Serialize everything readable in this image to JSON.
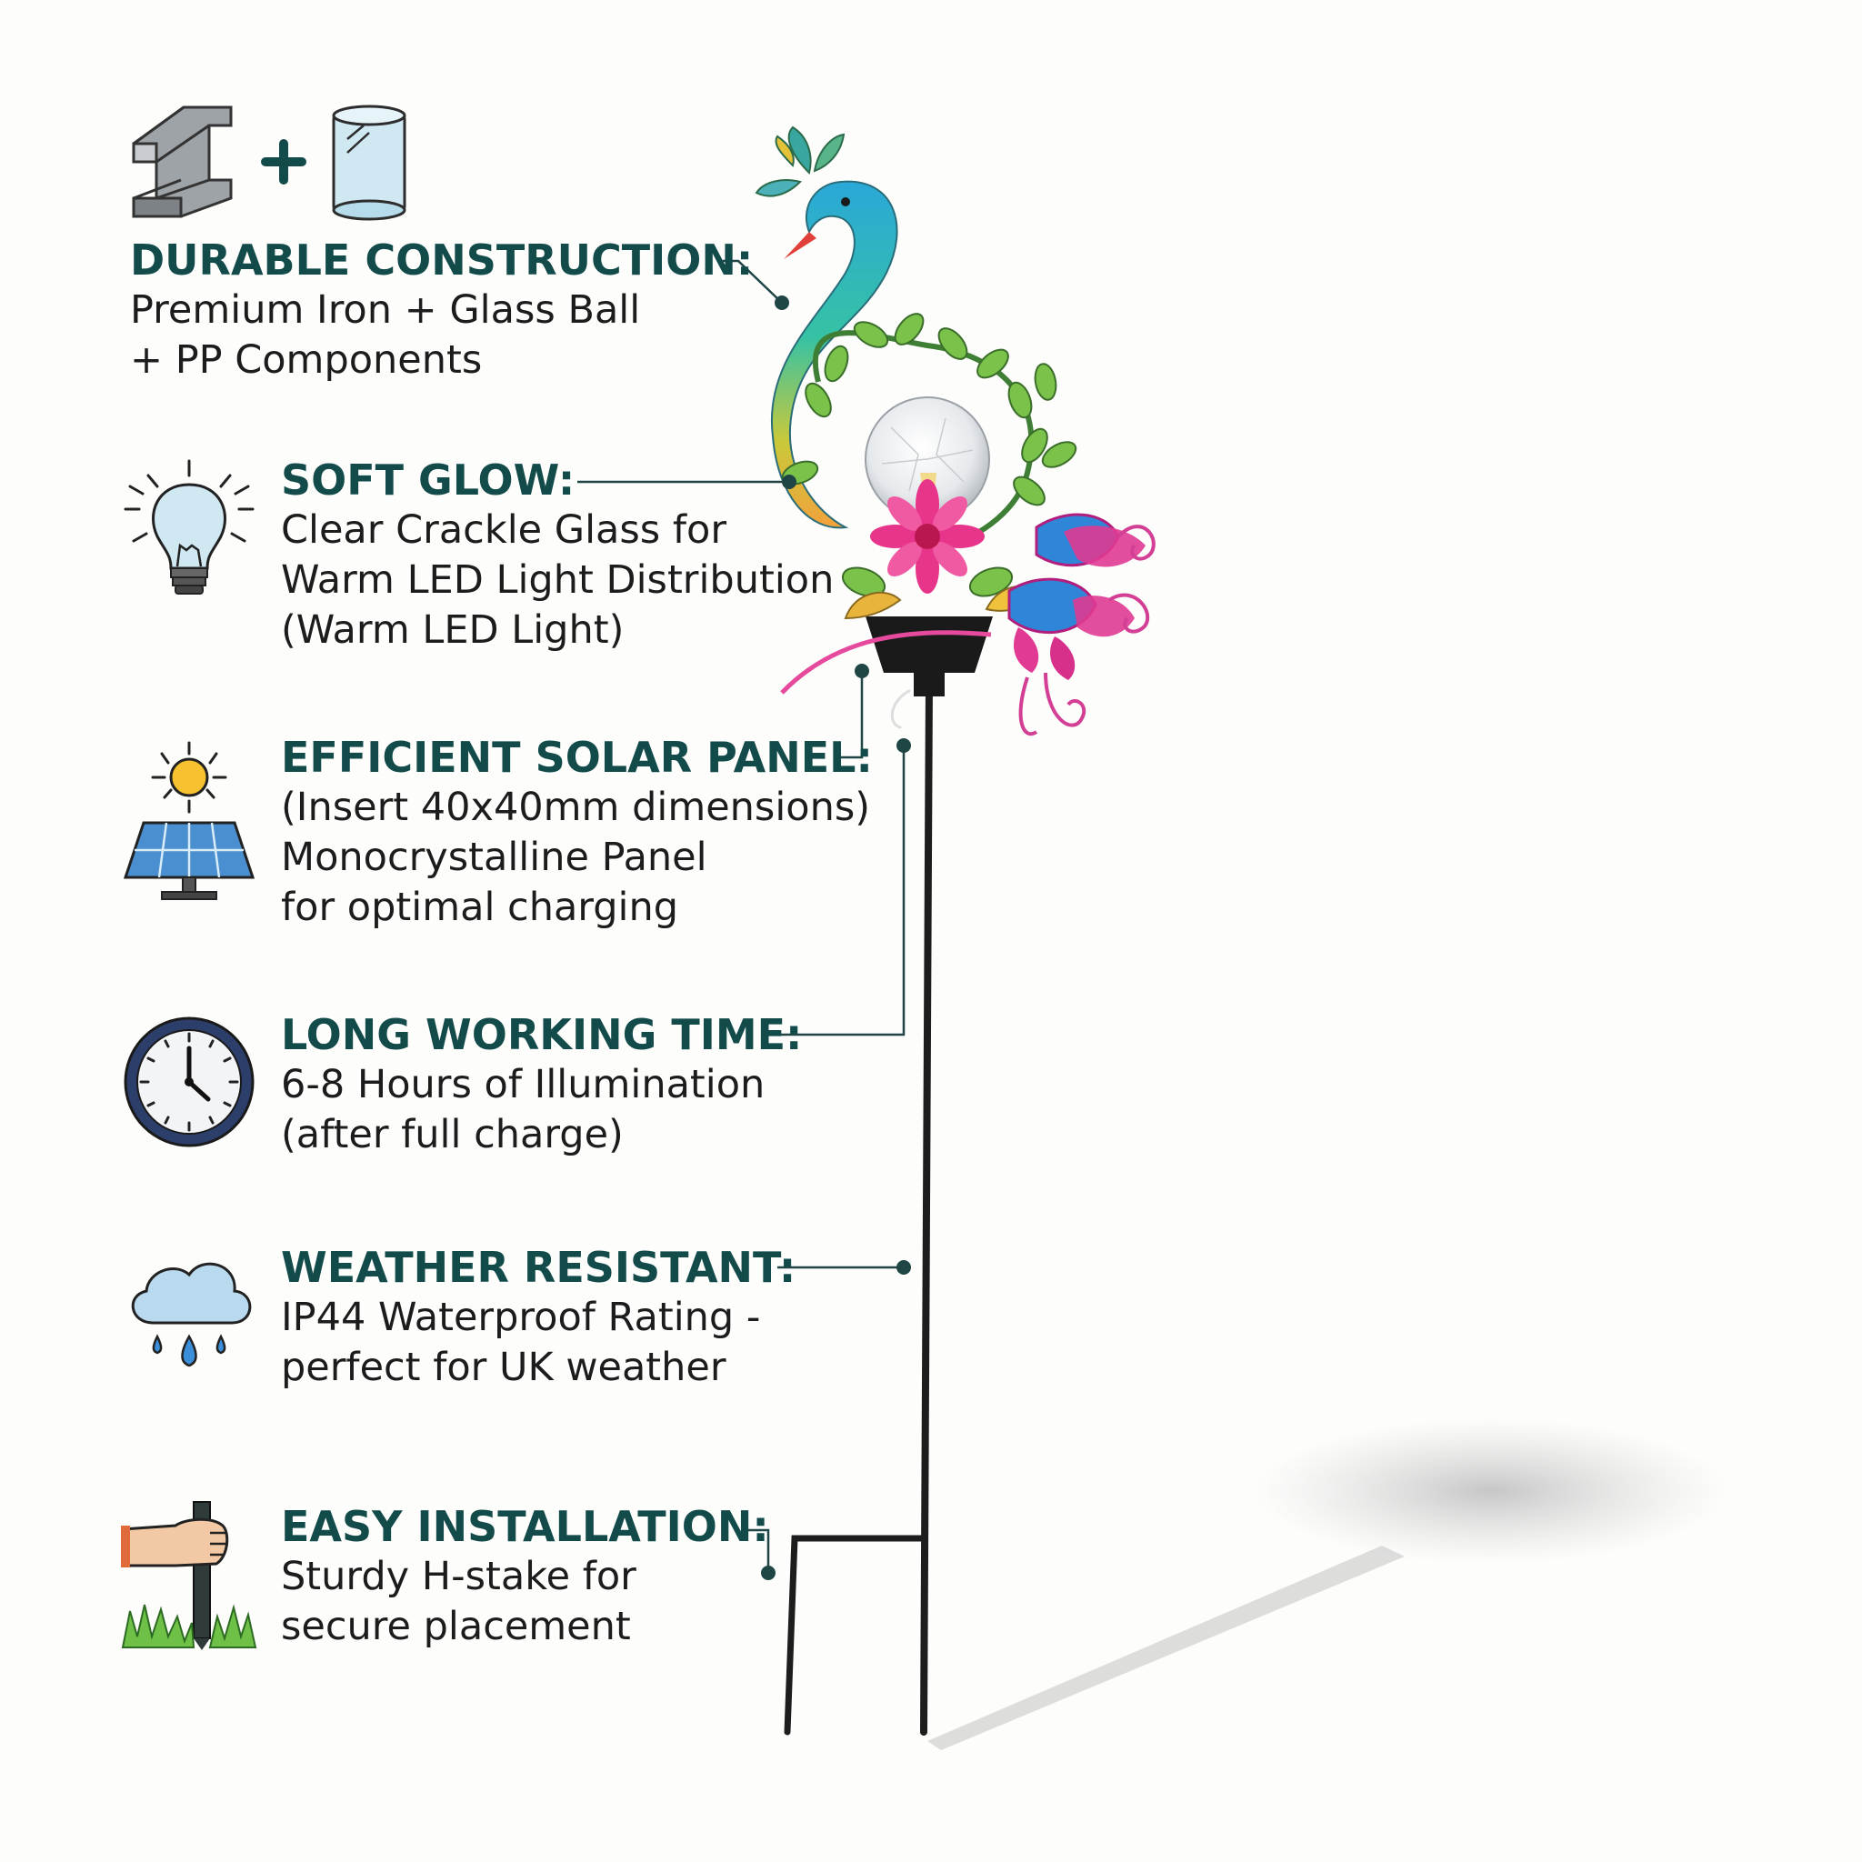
{
  "colors": {
    "title": "#134b4b",
    "body_text": "#1c1c1c",
    "connector": "#1f4545",
    "background": "#fdfdfc"
  },
  "features": [
    {
      "id": "durable",
      "icon": "iron-beam-plus-glass-icon",
      "title": "DURABLE CONSTRUCTION:",
      "lines": [
        "Premium Iron + Glass Ball",
        "+ PP Components"
      ]
    },
    {
      "id": "glow",
      "icon": "light-bulb-icon",
      "title": "SOFT GLOW:",
      "lines": [
        "Clear Crackle Glass for",
        "Warm LED Light Distribution",
        "(Warm LED Light)"
      ]
    },
    {
      "id": "solar",
      "icon": "solar-panel-sun-icon",
      "title": "EFFICIENT SOLAR PANEL:",
      "lines": [
        "(Insert 40x40mm dimensions)",
        "Monocrystalline Panel",
        "for optimal charging"
      ]
    },
    {
      "id": "time",
      "icon": "clock-icon",
      "title": "LONG WORKING TIME:",
      "lines": [
        "6-8 Hours of Illumination",
        "(after full charge)"
      ]
    },
    {
      "id": "weather",
      "icon": "rain-cloud-icon",
      "title": "WEATHER RESISTANT:",
      "lines": [
        "IP44 Waterproof Rating -",
        "perfect for UK weather"
      ]
    },
    {
      "id": "install",
      "icon": "hand-stake-grass-icon",
      "title": "EASY INSTALLATION:",
      "lines": [
        "Sturdy H-stake for",
        "secure placement"
      ]
    }
  ]
}
